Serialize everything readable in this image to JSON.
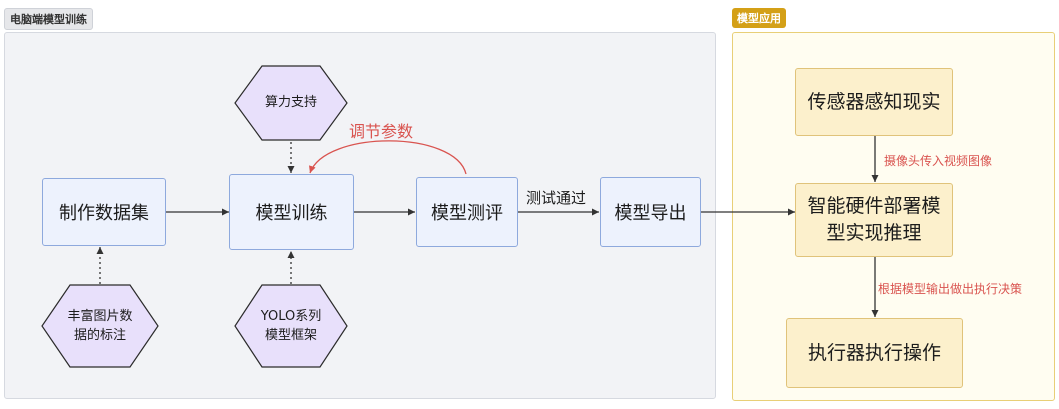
{
  "groups": {
    "pc": {
      "label": "电脑端模型训练"
    },
    "app": {
      "label": "模型应用"
    }
  },
  "nodes": {
    "dataset": "制作数据集",
    "train": "模型训练",
    "test": "模型测评",
    "export": "模型导出",
    "compute": "算力支持",
    "annotate": "丰富图片数据的标注",
    "yolo": "YOLO系列模型框架",
    "sensor": "传感器感知现实",
    "hardware": "智能硬件部署模型实现推理",
    "actuator": "执行器执行操作"
  },
  "edges": {
    "tune": "调节参数",
    "pass": "测试通过",
    "camera": "摄像头传入视频图像",
    "decide": "根据模型输出做出执行决策"
  },
  "colors": {
    "edge_label_red": "#d9534f",
    "line": "#333333",
    "hex_fill": "#e8e0fb",
    "hex_stroke": "#2b2b2b"
  }
}
